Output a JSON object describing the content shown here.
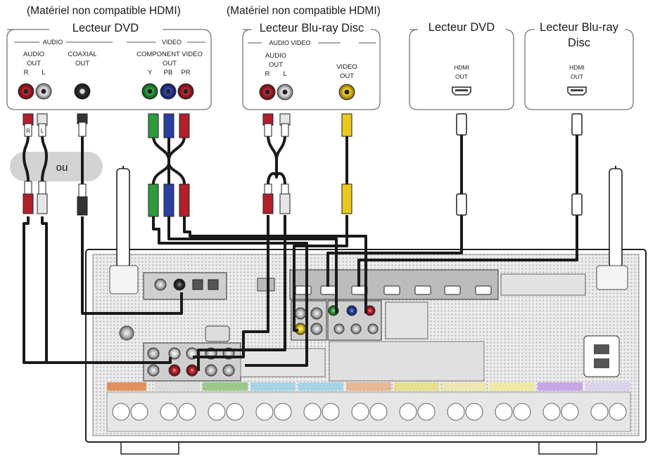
{
  "captions": {
    "left": "(Matériel non compatible HDMI)",
    "middle": "(Matériel non compatible HDMI)"
  },
  "devices": {
    "dvd_analog": {
      "title": "Lecteur DVD",
      "audio_section": "AUDIO",
      "video_section": "VIDEO",
      "audio_out": [
        "AUDIO",
        "OUT"
      ],
      "coaxial_out": [
        "COAXIAL",
        "OUT"
      ],
      "component_out": [
        "COMPONENT VIDEO",
        "OUT"
      ],
      "lr": [
        "R",
        "L"
      ],
      "ypbpr": [
        "Y",
        "PB",
        "PR"
      ]
    },
    "bluray_analog": {
      "title": "Lecteur Blu-ray Disc",
      "section": "AUDIO VIDEO",
      "audio_out": [
        "AUDIO",
        "OUT"
      ],
      "video_out": [
        "VIDEO",
        "OUT"
      ],
      "lr": [
        "R",
        "L"
      ]
    },
    "dvd_hdmi": {
      "title": "Lecteur DVD",
      "hdmi_out": [
        "HDMI",
        "OUT"
      ]
    },
    "bluray_hdmi": {
      "title": [
        "Lecteur Blu-ray",
        "Disc"
      ],
      "hdmi_out": [
        "HDMI",
        "OUT"
      ]
    }
  },
  "or_label": "ou",
  "colors": {
    "audio_red": "#b3202a",
    "audio_white": "#e6e6e6",
    "video_green": "#2d9a3c",
    "video_blue": "#2a3fa0",
    "video_yellow": "#e8c81a",
    "coax_black": "#333333",
    "cable": "#1a1a1a",
    "or_bubble": "#d3d3d3",
    "receiver_panel": "#e9e9e9"
  }
}
